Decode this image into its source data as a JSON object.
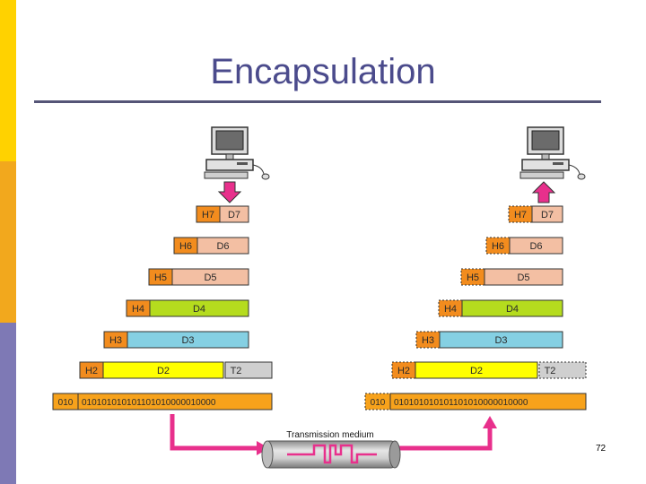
{
  "slide": {
    "title": "Encapsulation",
    "page_number": "72"
  },
  "diagram": {
    "layers": [
      {
        "header": "H7",
        "data": "D7",
        "color": "#F3BFA3"
      },
      {
        "header": "H6",
        "data": "D6",
        "color": "#F3BFA3"
      },
      {
        "header": "H5",
        "data": "D5",
        "color": "#F3BFA3"
      },
      {
        "header": "H4",
        "data": "D4",
        "color": "#B5DC1E"
      },
      {
        "header": "H3",
        "data": "D3",
        "color": "#85D0E3"
      },
      {
        "header": "H2",
        "data": "D2",
        "trailer": "T2",
        "color": "#FFFF00"
      }
    ],
    "physical": {
      "header": "010",
      "bits": "01010101010110101000001 0000"
    },
    "bits_text": "010101010101101010000010000",
    "medium_label": "Transmission medium",
    "colors": {
      "header": "#F28C1E",
      "header_text": "#2b2b2b",
      "bits_fill": "#F7A21B",
      "trailer_fill": "#CFCFCF",
      "arrow": "#E8308C",
      "cable": "#A8A8A8"
    }
  }
}
